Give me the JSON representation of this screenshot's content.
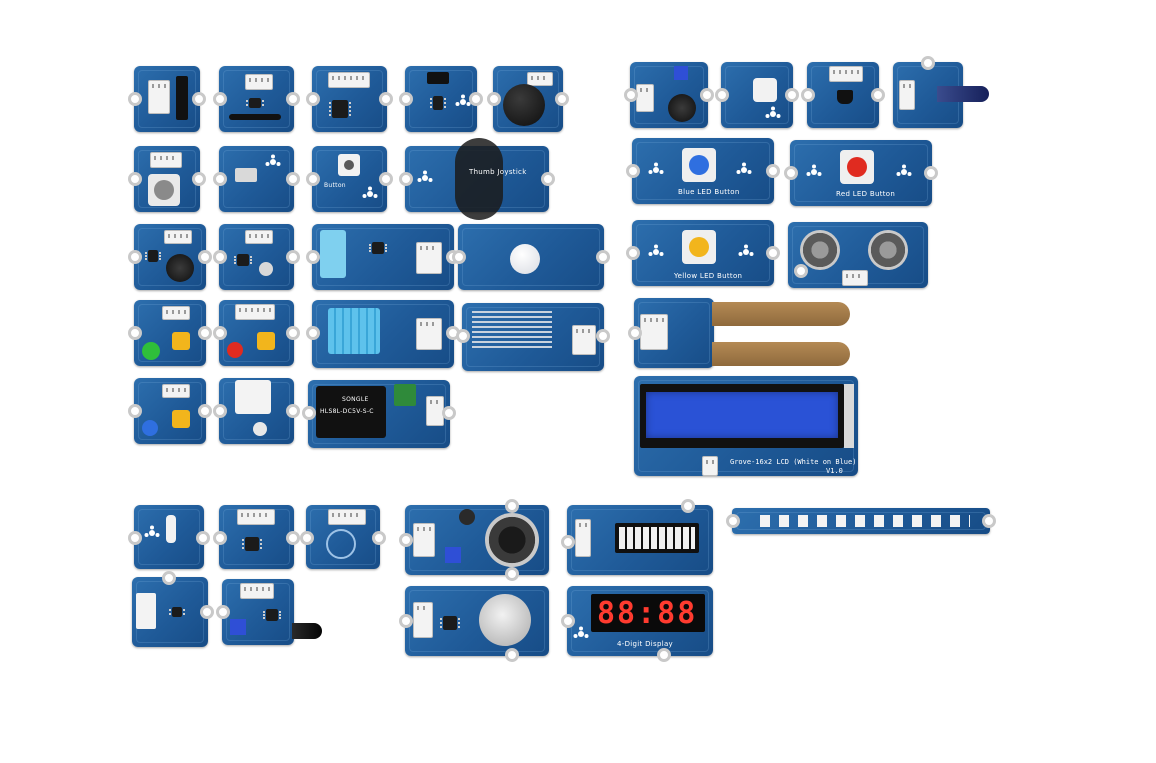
{
  "image": {
    "description_kind": "photo-of-electronic-modules"
  },
  "silkscreen": {
    "thumb_joystick": "Thumb Joystick",
    "blue_led_button": "Blue LED Button",
    "red_led_button": "Red LED Button",
    "yellow_led_button": "Yellow LED Button",
    "lcd_label": "Grove-16x2 LCD (White on Blue)",
    "lcd_version": "V1.0",
    "digit_display_label": "4-Digit Display",
    "digit_display_value": "88:88",
    "button_label": "Button",
    "relay_brand": "SONGLE",
    "relay_model": "HLS8L-DC5V-S-C"
  },
  "colors": {
    "pcb_blue": "#1f5a98",
    "led_green": "#2fbf3a",
    "led_red": "#e02b20",
    "led_blue": "#2f6fe0",
    "button_yellow": "#f2b51c",
    "lcd_blue": "#2a52d6",
    "segment_red": "#ff3b2f"
  }
}
